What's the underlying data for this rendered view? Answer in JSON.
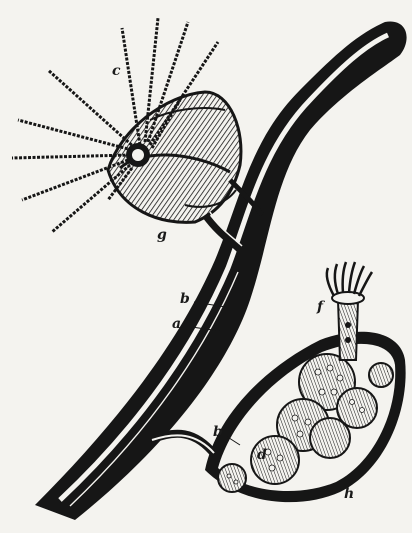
{
  "figure": {
    "labels": {
      "a": "a",
      "b_upper": "b",
      "b_lower": "b",
      "c": "c",
      "d": "d",
      "f": "f",
      "g": "g",
      "h": "h"
    }
  },
  "colors": {
    "background": "#f4f3ef",
    "ink": "#161616",
    "paper": "#f4f3ef"
  }
}
